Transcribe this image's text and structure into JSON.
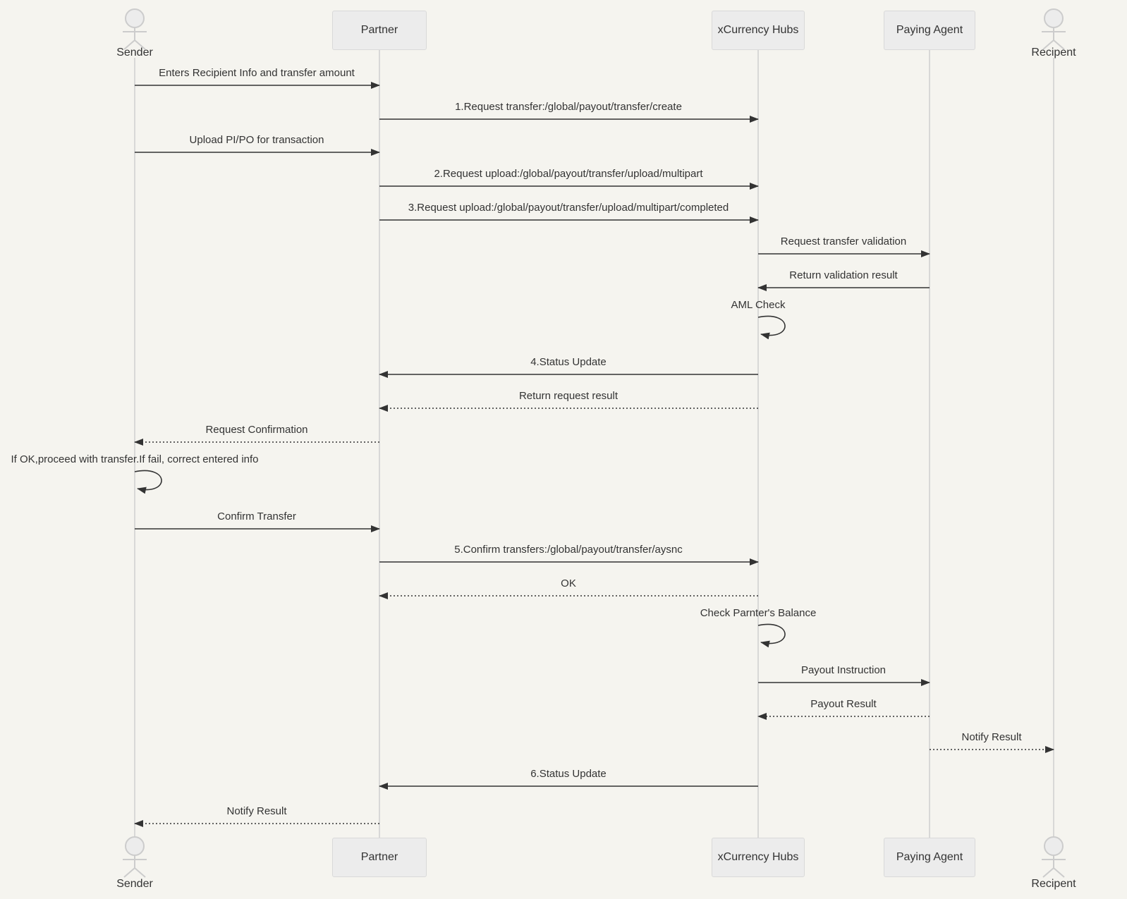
{
  "diagram_type": "sequence",
  "colors": {
    "background": "#f5f4ef",
    "box_fill": "#ececec",
    "box_border": "#d9d9d9",
    "message_line": "#333333",
    "lifeline": "#cfcfcf",
    "actor_figure": "#cccccc",
    "text": "#333333"
  },
  "actors": [
    {
      "id": "sender",
      "label": "Sender",
      "kind": "person"
    },
    {
      "id": "partner",
      "label": "Partner",
      "kind": "box"
    },
    {
      "id": "xcurrency",
      "label": "xCurrency Hubs",
      "kind": "box"
    },
    {
      "id": "paying-agent",
      "label": "Paying Agent",
      "kind": "box"
    },
    {
      "id": "recipient",
      "label": "Recipent",
      "kind": "person"
    }
  ],
  "messages": [
    {
      "n": 1,
      "from": "Sender",
      "to": "Partner",
      "label": "Enters Recipient Info and transfer amount",
      "line": "solid"
    },
    {
      "n": 2,
      "from": "Partner",
      "to": "xCurrency Hubs",
      "label": "1.Request transfer:/global/payout/transfer/create",
      "line": "solid"
    },
    {
      "n": 3,
      "from": "Sender",
      "to": "Partner",
      "label": "Upload PI/PO for transaction",
      "line": "solid"
    },
    {
      "n": 4,
      "from": "Partner",
      "to": "xCurrency Hubs",
      "label": "2.Request upload:/global/payout/transfer/upload/multipart",
      "line": "solid"
    },
    {
      "n": 5,
      "from": "Partner",
      "to": "xCurrency Hubs",
      "label": "3.Request upload:/global/payout/transfer/upload/multipart/completed",
      "line": "solid"
    },
    {
      "n": 6,
      "from": "xCurrency Hubs",
      "to": "Paying Agent",
      "label": "Request transfer validation",
      "line": "solid"
    },
    {
      "n": 7,
      "from": "Paying Agent",
      "to": "xCurrency Hubs",
      "label": "Return validation result",
      "line": "solid"
    },
    {
      "n": 8,
      "from": "xCurrency Hubs",
      "to": "xCurrency Hubs",
      "label": "AML Check",
      "line": "self"
    },
    {
      "n": 9,
      "from": "xCurrency Hubs",
      "to": "Partner",
      "label": "4.Status Update",
      "line": "solid"
    },
    {
      "n": 10,
      "from": "xCurrency Hubs",
      "to": "Partner",
      "label": "Return request result",
      "line": "dashed"
    },
    {
      "n": 11,
      "from": "Partner",
      "to": "Sender",
      "label": "Request Confirmation",
      "line": "dashed"
    },
    {
      "n": 12,
      "from": "Sender",
      "to": "Sender",
      "label": "If OK,proceed with transfer.If fail, correct entered info",
      "line": "self"
    },
    {
      "n": 13,
      "from": "Sender",
      "to": "Partner",
      "label": "Confirm Transfer",
      "line": "solid"
    },
    {
      "n": 14,
      "from": "Partner",
      "to": "xCurrency Hubs",
      "label": "5.Confirm transfers:/global/payout/transfer/aysnc",
      "line": "solid"
    },
    {
      "n": 15,
      "from": "xCurrency Hubs",
      "to": "Partner",
      "label": "OK",
      "line": "dashed"
    },
    {
      "n": 16,
      "from": "xCurrency Hubs",
      "to": "xCurrency Hubs",
      "label": "Check Parnter's Balance",
      "line": "self"
    },
    {
      "n": 17,
      "from": "xCurrency Hubs",
      "to": "Paying Agent",
      "label": "Payout Instruction",
      "line": "solid"
    },
    {
      "n": 18,
      "from": "Paying Agent",
      "to": "xCurrency Hubs",
      "label": "Payout Result",
      "line": "dashed"
    },
    {
      "n": 19,
      "from": "Paying Agent",
      "to": "Recipent",
      "label": "Notify Result",
      "line": "dashed"
    },
    {
      "n": 20,
      "from": "xCurrency Hubs",
      "to": "Partner",
      "label": "6.Status Update",
      "line": "solid"
    },
    {
      "n": 21,
      "from": "Partner",
      "to": "Sender",
      "label": "Notify Result",
      "line": "dashed"
    }
  ]
}
